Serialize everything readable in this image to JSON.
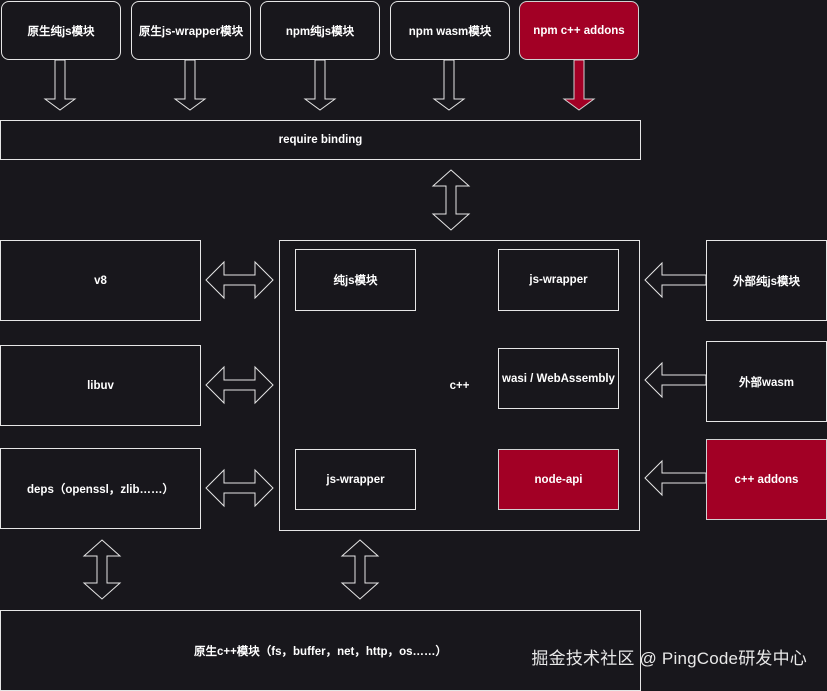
{
  "top_modules": [
    {
      "label": "原生纯js模块"
    },
    {
      "label": "原生js-wrapper模块"
    },
    {
      "label": "npm纯js模块"
    },
    {
      "label": "npm wasm模块"
    },
    {
      "label": "npm c++ addons"
    }
  ],
  "require_binding": {
    "label": "require binding"
  },
  "left_modules": [
    {
      "label": "v8"
    },
    {
      "label": "libuv"
    },
    {
      "label": "deps（openssl，zlib……）"
    }
  ],
  "core": {
    "label": "c++",
    "pure_js": "纯js模块",
    "js_wrapper_top": "js-wrapper",
    "wasi": "wasi / WebAssembly",
    "js_wrapper_bottom": "js-wrapper",
    "node_api": "node-api"
  },
  "right_modules": [
    {
      "label": "外部纯js模块"
    },
    {
      "label": "外部wasm"
    },
    {
      "label": "c++ addons"
    }
  ],
  "bottom": {
    "label": "原生c++模块（fs，buffer，net，http，os……）"
  },
  "watermark": "掘金技术社区 @ PingCode研发中心",
  "colors": {
    "background": "#18171c",
    "accent": "#a20025",
    "stroke": "#e6e6e6"
  }
}
